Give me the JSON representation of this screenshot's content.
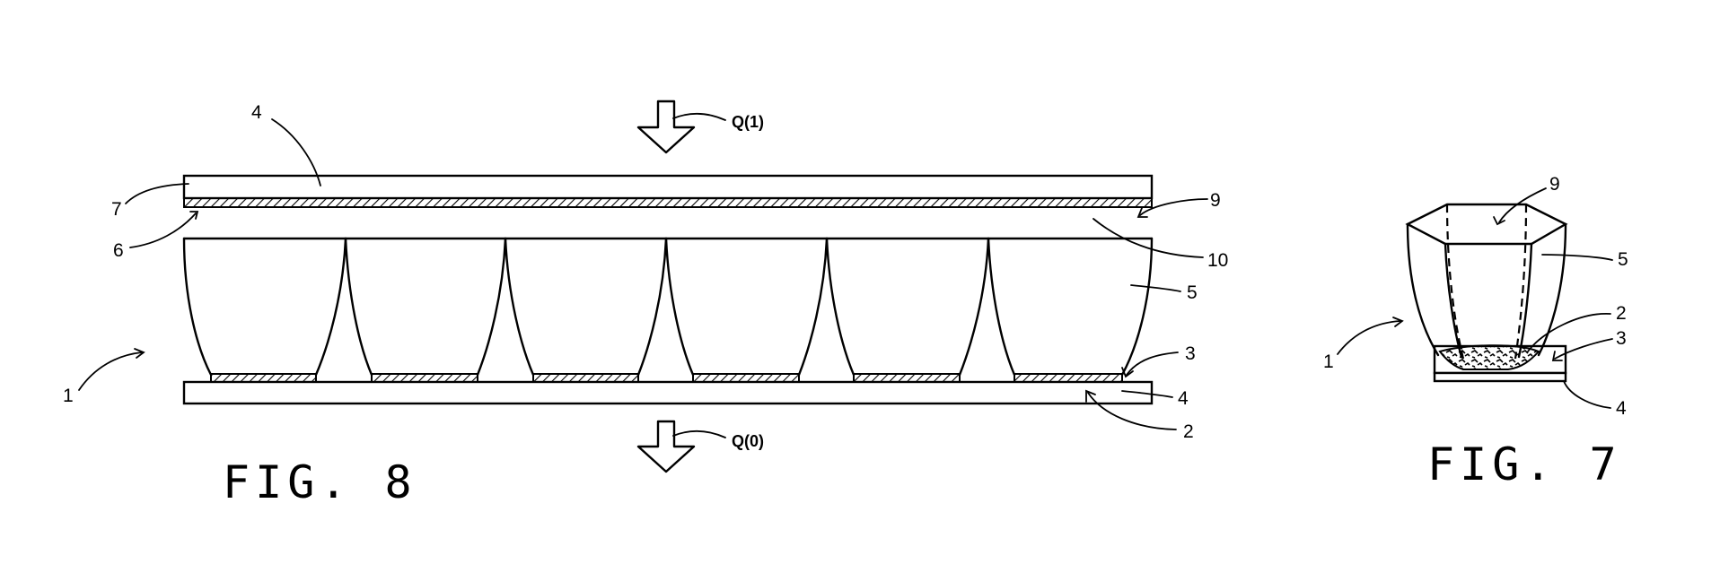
{
  "fig8": {
    "caption": "FIG. 8",
    "arrow_top_label": "Q(1)",
    "arrow_bottom_label": "Q(0)",
    "refs": {
      "r4_top": "4",
      "r7": "7",
      "r6": "6",
      "r9": "9",
      "r10": "10",
      "r5": "5",
      "r3": "3",
      "r4_bottom": "4",
      "r2": "2",
      "r1": "1"
    }
  },
  "fig7": {
    "caption": "FIG. 7",
    "refs": {
      "r9": "9",
      "r5": "5",
      "r2": "2",
      "r3": "3",
      "r1": "1",
      "r4": "4"
    }
  }
}
